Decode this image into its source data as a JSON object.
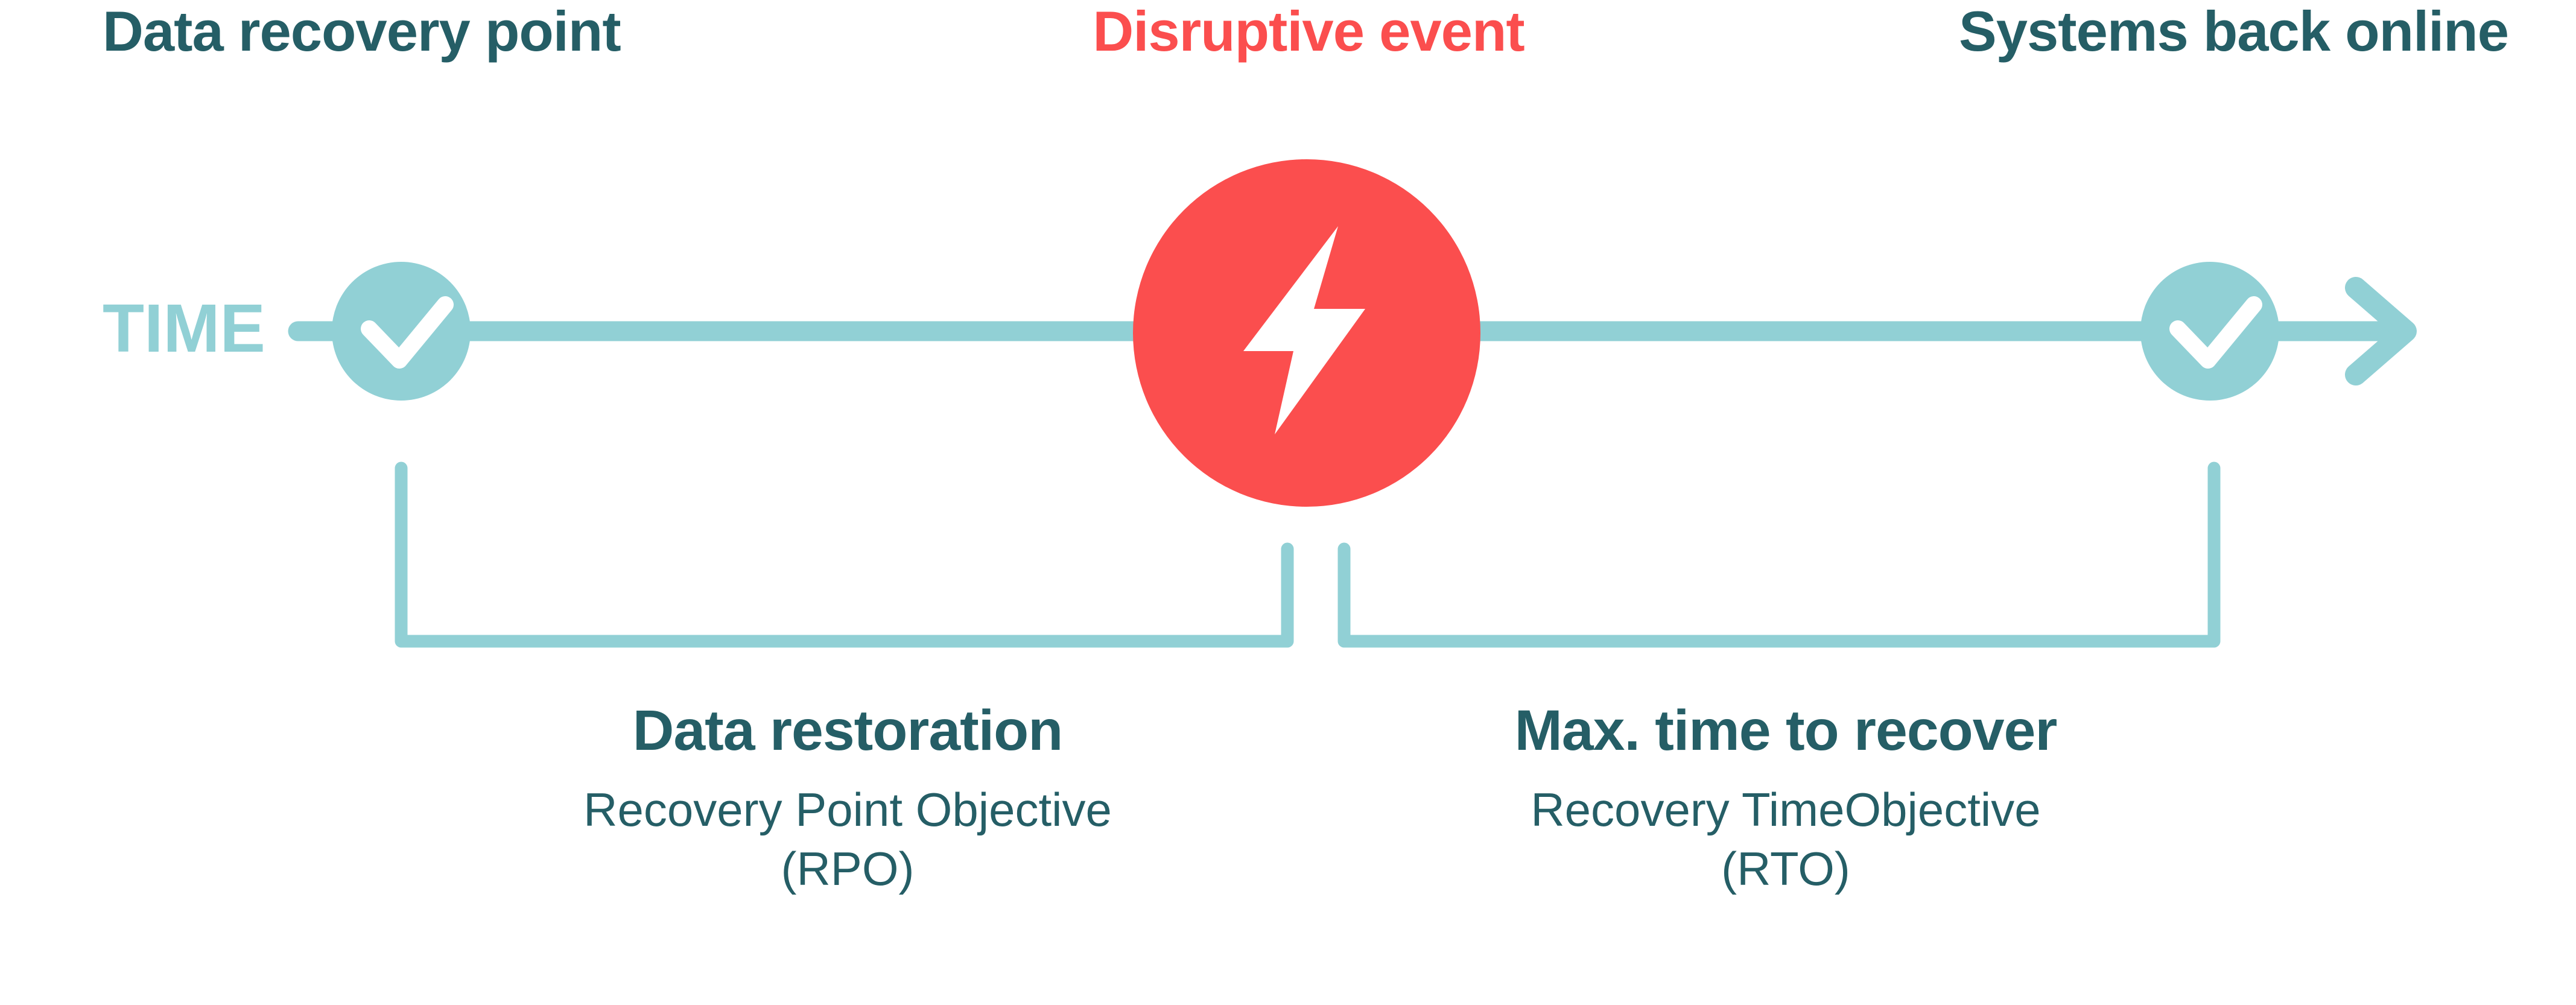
{
  "colors": {
    "dark_teal": "#255E66",
    "light_teal": "#91D0D5",
    "red": "#FB4E4E",
    "white": "#FFFFFF",
    "background": "#FFFFFF"
  },
  "header": {
    "left_title": "Data recovery point",
    "center_title": "Disruptive event",
    "right_title": "Systems back online"
  },
  "timeline": {
    "axis_label": "TIME",
    "markers": {
      "left": "checkmark-icon",
      "center": "lightning-bolt-icon",
      "right": "checkmark-icon"
    }
  },
  "annotations": {
    "rpo": {
      "heading": "Data restoration",
      "subtitle_line1": "Recovery Point Objective",
      "subtitle_line2": "(RPO)"
    },
    "rto": {
      "heading": "Max. time to recover",
      "subtitle_line1": "Recovery TimeObjective",
      "subtitle_line2": "(RTO)"
    }
  }
}
